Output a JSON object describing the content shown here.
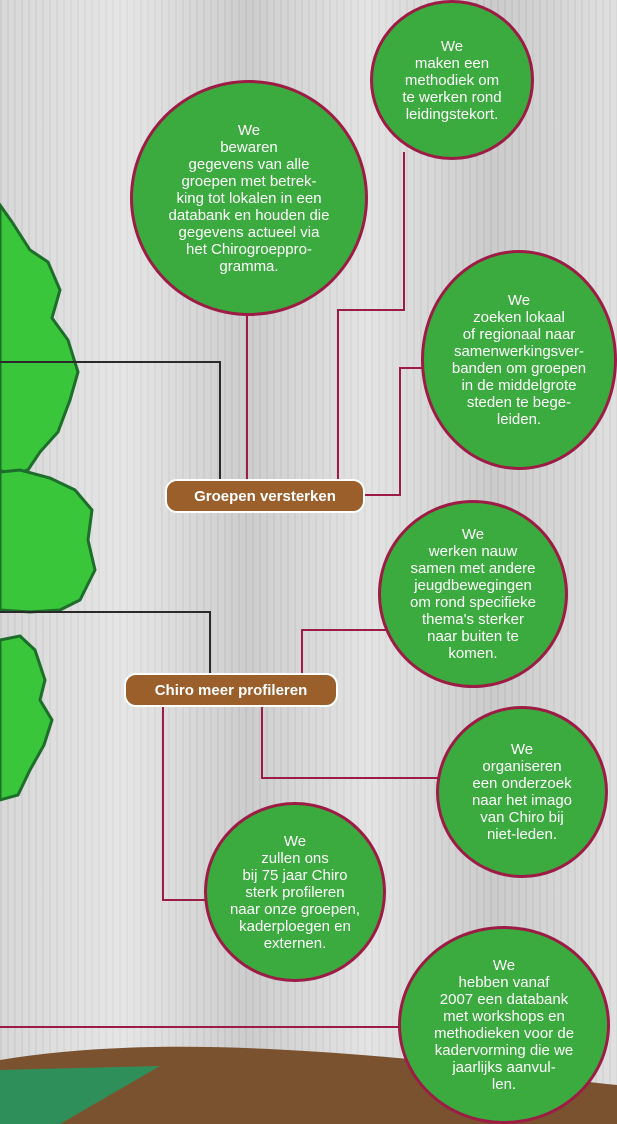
{
  "colors": {
    "bubble_fill": "#3cab3f",
    "bubble_border": "#9c1c45",
    "label_fill": "#9b5f2c",
    "connector_purple": "#9c1c45",
    "connector_dark": "#2a2a2a",
    "map_green": "#3ac63a",
    "map_outline": "#1c6e2a"
  },
  "labels": {
    "groepen": "Groepen versterken",
    "profileren": "Chiro meer profileren"
  },
  "bubbles": {
    "leidingstekort": "We\nmaken een\nmethodiek om\nte werken rond\nleidingstekort.",
    "databank_lokalen": "We\nbewaren\ngegevens van alle\ngroepen met betrek-\nking tot lokalen in een\ndatabank en houden die\ngegevens actueel via\nhet Chirogroeppro-\ngramma.",
    "samenwerking": "We\nzoeken lokaal\nof regionaal naar\nsamenwerkingsver-\nbanden om groepen\nin de middelgrote\nsteden te bege-\nleiden.",
    "jeugdbewegingen": "We\nwerken nauw\nsamen met andere\njeugdbewegingen\nom rond specifieke\nthema's sterker\nnaar buiten te\nkomen.",
    "imago": "We\norganiseren\neen onderzoek\nnaar het imago\nvan Chiro bij\nniet-leden.",
    "75jaar": "We\nzullen ons\nbij 75 jaar Chiro\nsterk profileren\nnaar onze groepen,\nkaderploegen en\nexternen.",
    "workshops": "We\nhebben vanaf\n2007 een databank\nmet workshops en\nmethodieken voor de\nkadervorming die we\njaarlijks aanvul-\nlen."
  }
}
